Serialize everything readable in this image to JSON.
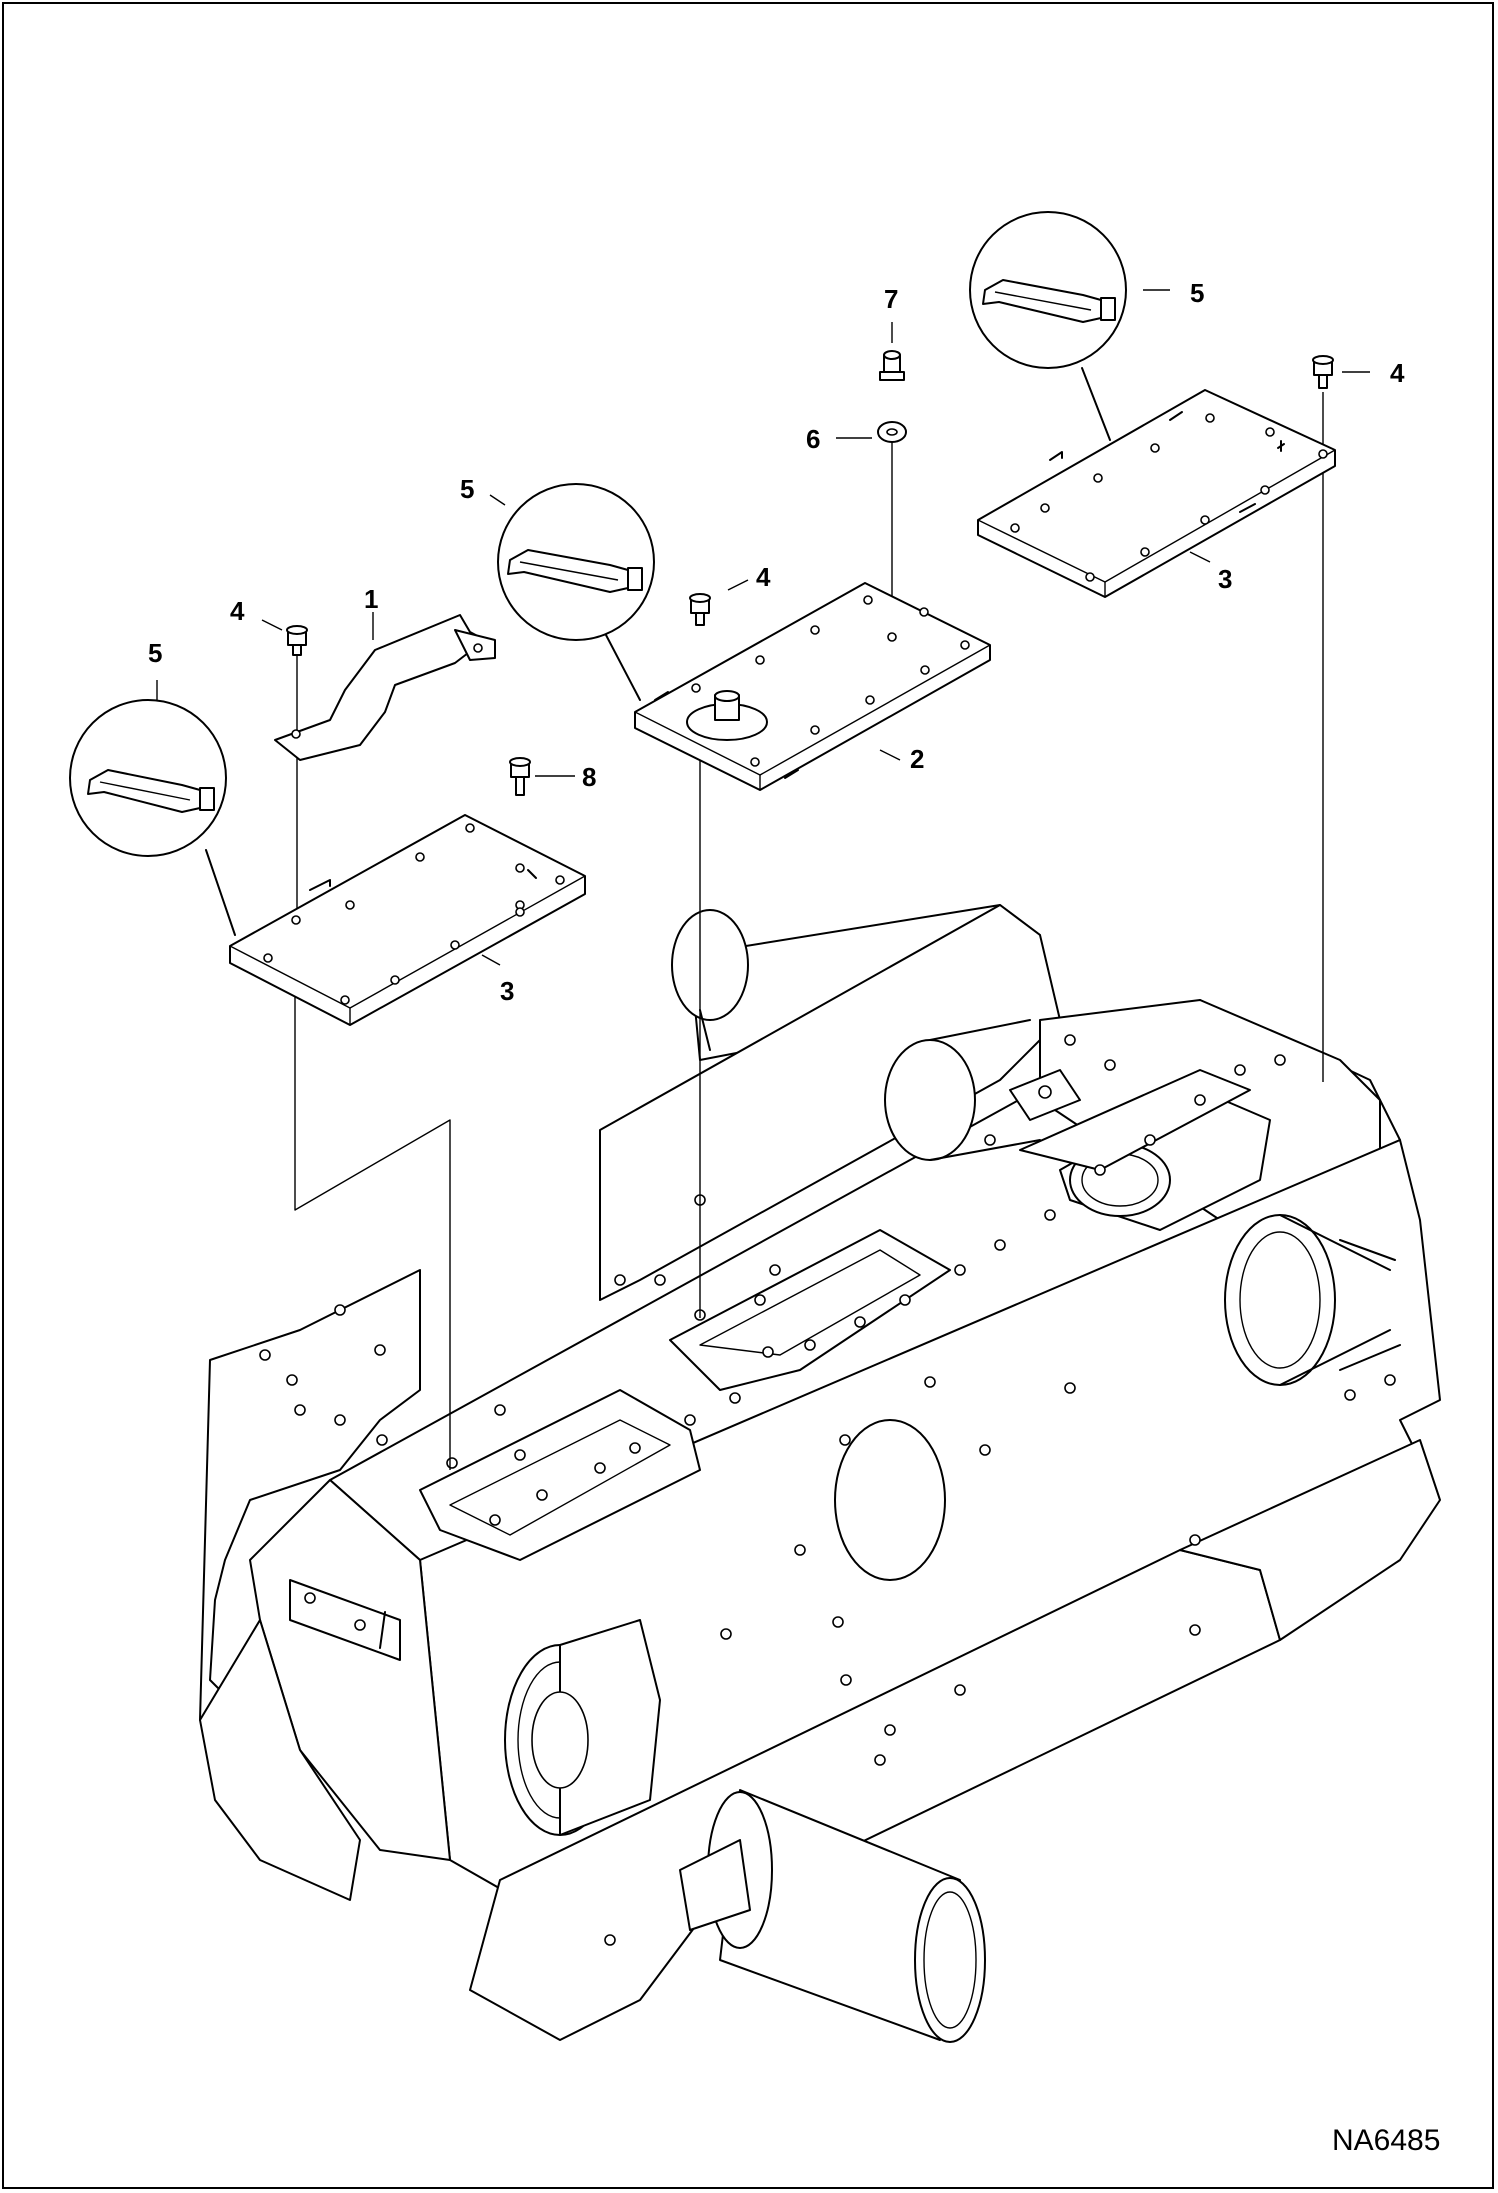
{
  "drawing_code": "NA6485",
  "callouts": {
    "c1": "1",
    "c2": "2",
    "c3_left": "3",
    "c3_right": "3",
    "c4_left": "4",
    "c4_center": "4",
    "c4_right": "4",
    "c5_left": "5",
    "c5_center": "5",
    "c5_right": "5",
    "c6": "6",
    "c7": "7",
    "c8": "8"
  }
}
